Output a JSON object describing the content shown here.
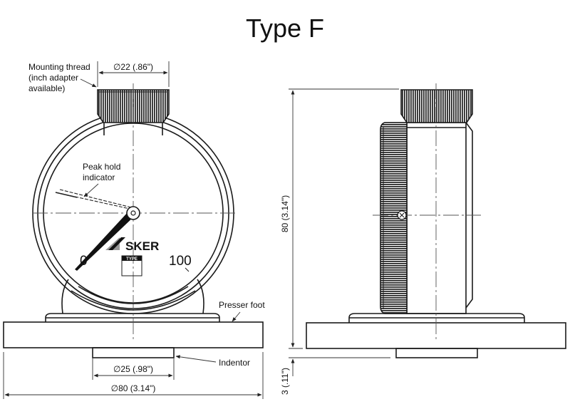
{
  "title": "Type F",
  "front_view": {
    "callouts": {
      "mounting_thread": [
        "Mounting thread",
        "(inch adapter",
        "available)"
      ],
      "peak_hold": [
        "Peak hold",
        "indicator"
      ],
      "presser_foot": "Presser foot",
      "indentor": "Indentor"
    },
    "dimensions": {
      "thread_diameter": "∅22 (.86\")",
      "indentor_diameter": "∅25 (.98\")",
      "foot_diameter": "∅80 (3.14\")"
    },
    "dial": {
      "brand": "SKER",
      "scale_min": "0",
      "scale_max": "100",
      "type_label": "TYPE"
    }
  },
  "side_view": {
    "dimensions": {
      "height": "80 (3.14\")",
      "indentor_height": "3 (.11\")"
    }
  }
}
